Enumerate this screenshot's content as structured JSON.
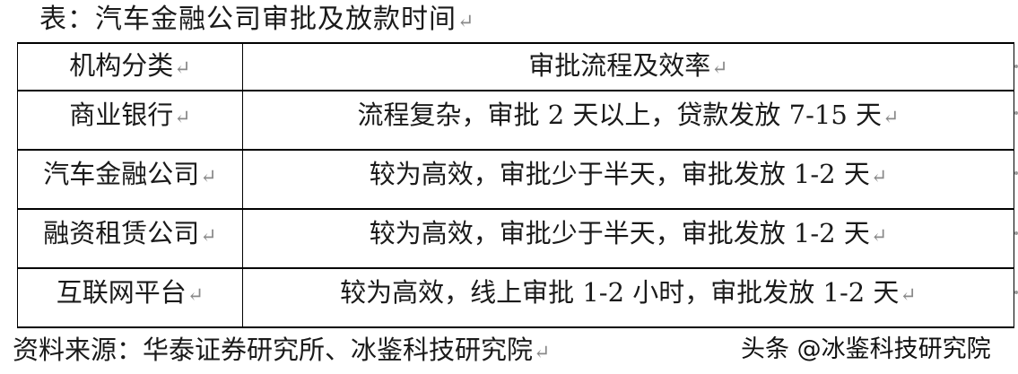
{
  "caption": {
    "text": "表：汽车金融公司审批及放款时间",
    "paragraph_mark": "↵"
  },
  "table": {
    "headers": [
      {
        "label": "机构分类",
        "mark": "↵"
      },
      {
        "label": "审批流程及效率",
        "mark": "↵"
      }
    ],
    "rows": [
      {
        "institution": "商业银行",
        "institution_mark": "↵",
        "efficiency": "流程复杂，审批 2 天以上，贷款发放 7-15 天",
        "efficiency_mark": "↵"
      },
      {
        "institution": "汽车金融公司",
        "institution_mark": "↵",
        "efficiency": "较为高效，审批少于半天，审批发放 1-2 天",
        "efficiency_mark": "↵"
      },
      {
        "institution": "融资租赁公司",
        "institution_mark": "↵",
        "efficiency": "较为高效，审批少于半天，审批发放 1-2 天",
        "efficiency_mark": "↵"
      },
      {
        "institution": "互联网平台",
        "institution_mark": "↵",
        "efficiency": "较为高效，线上审批 1-2 小时，审批发放 1-2 天",
        "efficiency_mark": "↵"
      }
    ]
  },
  "source": {
    "text": "资料来源：华泰证券研究所、冰鉴科技研究院",
    "paragraph_mark": "↵"
  },
  "watermark": {
    "text": "头条 @冰鉴科技研究院"
  }
}
